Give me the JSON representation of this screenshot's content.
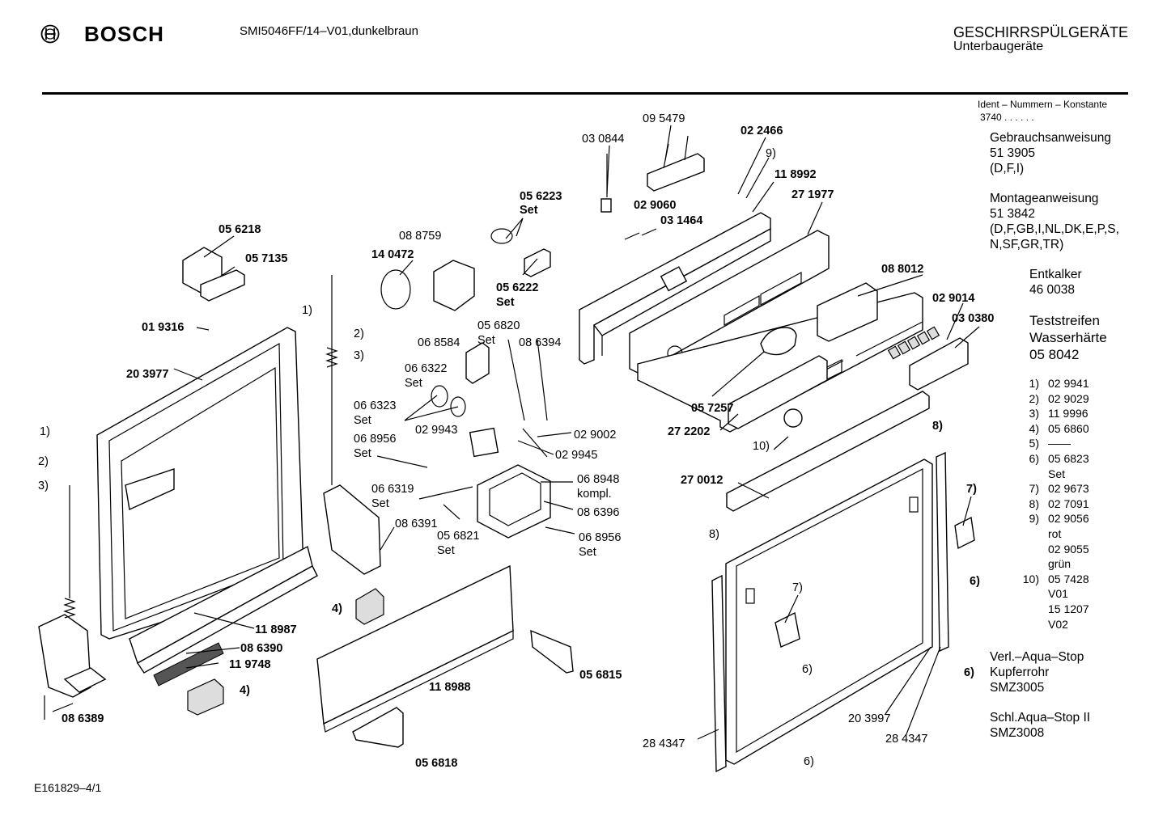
{
  "header": {
    "brand": "BOSCH",
    "model": "SMI5046FF/14–V01,dunkelbraun",
    "category": "GESCHIRRSPÜLGERÄTE",
    "subcategory": "Unterbaugeräte"
  },
  "footer": {
    "code": "E161829–4/1"
  },
  "sidebar": {
    "ident_title": "Ident – Nummern – Konstante",
    "ident_value": "3740  .  .    .  .  .  .",
    "manual_title": "Gebrauchsanweisung",
    "manual_number": "51 3905",
    "manual_langs": "(D,F,I)",
    "install_title": "Montageanweisung",
    "install_number": "51 3842",
    "install_langs_1": "(D,F,GB,I,NL,DK,E,P,S,",
    "install_langs_2": "N,SF,GR,TR)",
    "descaler_title": "Entkalker",
    "descaler_number": "46 0038",
    "strips_title_1": "Teststreifen",
    "strips_title_2": "Wasserhärte",
    "strips_number": "05 8042",
    "legend": [
      {
        "n": "1)",
        "lines": [
          "02 9941"
        ]
      },
      {
        "n": "2)",
        "lines": [
          "02 9029"
        ]
      },
      {
        "n": "3)",
        "lines": [
          "11 9996"
        ]
      },
      {
        "n": "4)",
        "lines": [
          "05 6860"
        ]
      },
      {
        "n": "5)",
        "lines": [
          "——"
        ]
      },
      {
        "n": "6)",
        "lines": [
          "05 6823",
          "Set"
        ]
      },
      {
        "n": "7)",
        "lines": [
          "02 9673"
        ]
      },
      {
        "n": "8)",
        "lines": [
          "02 7091"
        ]
      },
      {
        "n": "9)",
        "lines": [
          "02 9056",
          "rot",
          "02 9055",
          "grün"
        ]
      },
      {
        "n": "10)",
        "lines": [
          "05 7428",
          "V01",
          "15 1207",
          "V02"
        ]
      }
    ],
    "aqua_1": "Verl.–Aqua–Stop",
    "aqua_2": "Kupferrohr",
    "aqua_3": "SMZ3005",
    "aqua2_1": "Schl.Aqua–Stop II",
    "aqua2_2": "SMZ3008"
  },
  "parts": {
    "p095479": "09 5479",
    "p030844": "03 0844",
    "p022466": "02 2466",
    "n9": "9)",
    "p118992": "11 8992",
    "p271977": "27 1977",
    "p056223": "05 6223",
    "set": "Set",
    "p088759": "08 8759",
    "p029060": "02 9060",
    "p031464": "03 1464",
    "p056218": "05 6218",
    "p140472": "14 0472",
    "p057135": "05 7135",
    "p056222": "05 6222",
    "n1": "1)",
    "n2": "2)",
    "n3": "3)",
    "n4": "4)",
    "n6": "6)",
    "n7": "7)",
    "n8": "8)",
    "n10": "10)",
    "p019316": "01 9316",
    "p088012": "08 8012",
    "p029014": "02 9014",
    "p030380": "03 0380",
    "p203977": "20 3977",
    "p056820": "05 6820",
    "p068584": "06 8584",
    "p086394": "08 6394",
    "p066322": "06 6322",
    "p066323": "06 6323",
    "p029943": "02 9943",
    "p029002": "02 9002",
    "p057257": "05 7257",
    "p068956": "06 8956",
    "p029945": "02 9945",
    "p272202": "27 2202",
    "p068948": "06 8948",
    "kompl": "kompl.",
    "p066319": "06 6319",
    "p086396": "08 6396",
    "p270012": "27 0012",
    "p086391": "08 6391",
    "p056821": "05 6821",
    "p118987": "11 8987",
    "p086390": "08 6390",
    "p119748": "11 9748",
    "p056815": "05 6815",
    "p118988": "11 8988",
    "p086389": "08 6389",
    "p203997": "20 3997",
    "p284347": "28 4347",
    "p056818": "05 6818"
  }
}
